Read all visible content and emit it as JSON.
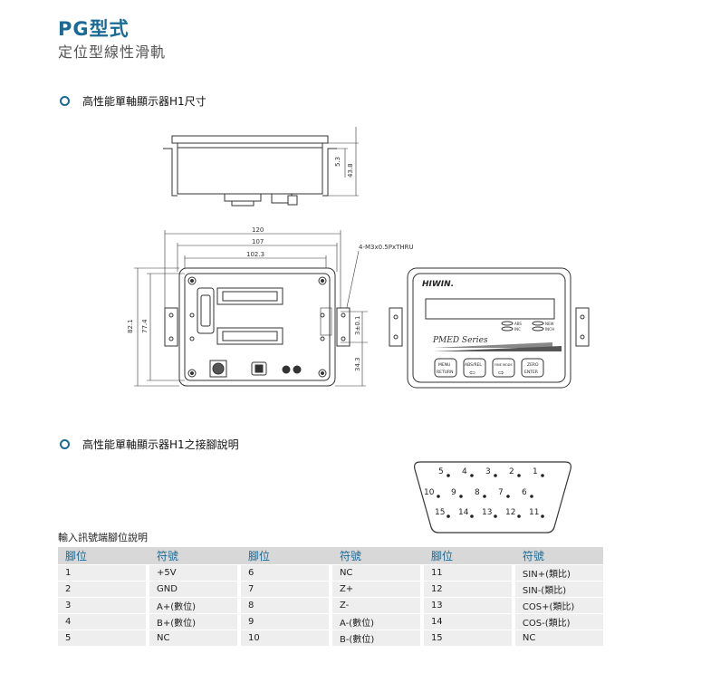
{
  "header": {
    "title": "PG型式",
    "subtitle": "定位型線性滑軌"
  },
  "sections": {
    "dimensions": "高性能單軸顯示器H1尺寸",
    "pinout": "高性能單軸顯示器H1之接腳說明"
  },
  "drawing": {
    "dims": {
      "d53": "5.3",
      "d438": "43.8",
      "d120": "120",
      "d107": "107",
      "d1023": "102.3",
      "d821": "82.1",
      "d774": "77.4",
      "d30": "3±0.1",
      "d343": "34.3"
    },
    "thread_note": "4-M3x0.5PxTHRU",
    "front_panel": {
      "brand": "HIWIN.",
      "series": "PMED  Series",
      "leds": [
        "ABS",
        "INC",
        "NEW",
        "INCH"
      ],
      "buttons": [
        {
          "top": "MENU",
          "bottom": "RETURN"
        },
        {
          "top": "ABS/REL",
          "bottom": "⇦"
        },
        {
          "top": "FINE MODE",
          "bottom": "⇨"
        },
        {
          "top": "ZERO",
          "bottom": "ENTER"
        }
      ]
    },
    "connector_pins": {
      "row1": [
        "5",
        "4",
        "3",
        "2",
        "1"
      ],
      "row2": [
        "10",
        "9",
        "8",
        "7",
        "6"
      ],
      "row3": [
        "15",
        "14",
        "13",
        "12",
        "11"
      ]
    }
  },
  "table": {
    "caption": "輸入訊號端腳位說明",
    "headers": [
      "腳位",
      "符號",
      "腳位",
      "符號",
      "腳位",
      "符號"
    ],
    "rows": [
      [
        "1",
        "+5V",
        "6",
        "NC",
        "11",
        "SIN+(類比)"
      ],
      [
        "2",
        "GND",
        "7",
        "Z+",
        "12",
        "SIN-(類比)"
      ],
      [
        "3",
        "A+(數位)",
        "8",
        "Z-",
        "13",
        "COS+(類比)"
      ],
      [
        "4",
        "B+(數位)",
        "9",
        "A-(數位)",
        "14",
        "COS-(類比)"
      ],
      [
        "5",
        "NC",
        "10",
        "B-(數位)",
        "15",
        "NC"
      ]
    ]
  }
}
